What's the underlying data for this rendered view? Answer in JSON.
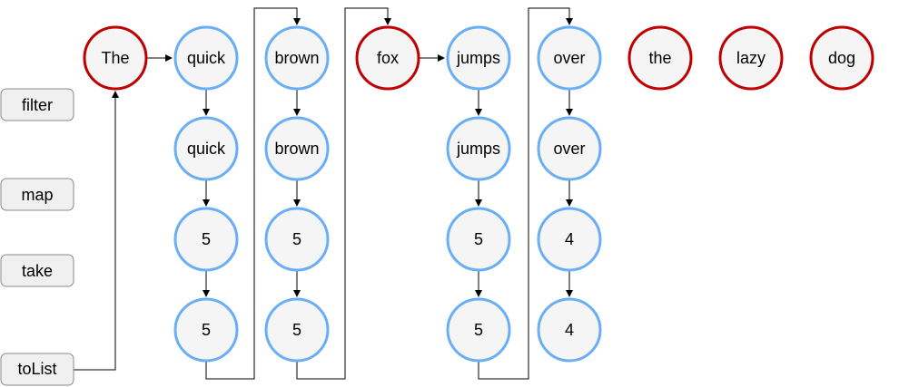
{
  "operations": {
    "filter": "filter",
    "map": "map",
    "take": "take",
    "to_list": "toList"
  },
  "words": [
    {
      "id": "w0",
      "label": "The",
      "color": "#c00000"
    },
    {
      "id": "w1",
      "label": "quick",
      "color": "#6aaef5"
    },
    {
      "id": "w2",
      "label": "brown",
      "color": "#6aaef5"
    },
    {
      "id": "w3",
      "label": "fox",
      "color": "#c00000"
    },
    {
      "id": "w4",
      "label": "jumps",
      "color": "#6aaef5"
    },
    {
      "id": "w5",
      "label": "over",
      "color": "#6aaef5"
    },
    {
      "id": "w6",
      "label": "the",
      "color": "#c00000"
    },
    {
      "id": "w7",
      "label": "lazy",
      "color": "#c00000"
    },
    {
      "id": "w8",
      "label": "dog",
      "color": "#c00000"
    }
  ],
  "pipeline_nodes": [
    {
      "id": "f1",
      "label": "quick"
    },
    {
      "id": "m1",
      "label": "5"
    },
    {
      "id": "t1",
      "label": "5"
    },
    {
      "id": "f2",
      "label": "brown"
    },
    {
      "id": "m2",
      "label": "5"
    },
    {
      "id": "t2",
      "label": "5"
    },
    {
      "id": "f4",
      "label": "jumps"
    },
    {
      "id": "m4",
      "label": "5"
    },
    {
      "id": "t4",
      "label": "5"
    },
    {
      "id": "f5",
      "label": "over"
    },
    {
      "id": "m5",
      "label": "4"
    },
    {
      "id": "t5",
      "label": "4"
    }
  ],
  "colors": {
    "passed_stroke": "#6aaef5",
    "skipped_stroke": "#c00000",
    "node_fill": "#f5f5f5",
    "edge": "#000000"
  }
}
